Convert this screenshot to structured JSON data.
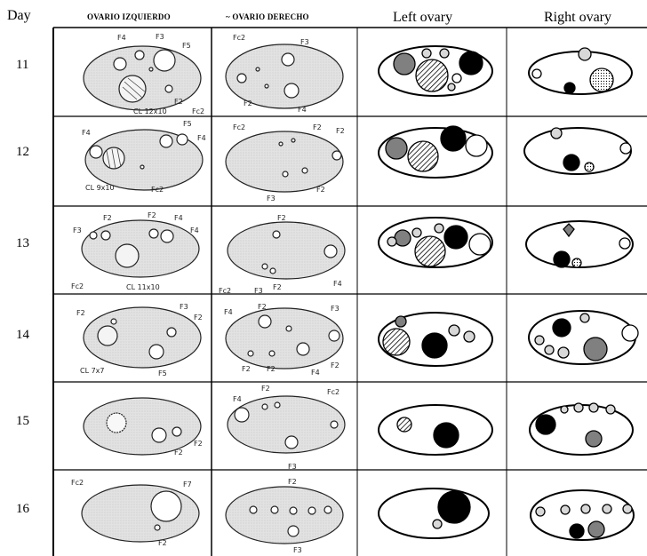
{
  "headers": {
    "day": "Day",
    "ovario_izquierdo": "OVARIO IZQUIERDO",
    "ovario_derecho": "~ OVARIO DERECHO",
    "left_ovary": "Left ovary",
    "right_ovary": "Right ovary"
  },
  "days": [
    {
      "label": "11",
      "sketch_left_notes": [
        "F4",
        "F3",
        "F5",
        "F2",
        "CL 12x10",
        "Fc2"
      ],
      "sketch_right_notes": [
        "Fc2",
        "F3",
        "F2",
        "F4"
      ]
    },
    {
      "label": "12",
      "sketch_left_notes": [
        "F4",
        "F5",
        "F4",
        "CL 9x10",
        "Fc2"
      ],
      "sketch_right_notes": [
        "Fc2",
        "F2",
        "F2",
        "F3",
        "F2"
      ]
    },
    {
      "label": "13",
      "sketch_left_notes": [
        "F3",
        "F2",
        "F2",
        "F4",
        "F4",
        "CL 11x10",
        "Fc2"
      ],
      "sketch_right_notes": [
        "F2",
        "Fc2",
        "F3",
        "F2",
        "F4"
      ]
    },
    {
      "label": "14",
      "sketch_left_notes": [
        "F2",
        "F3",
        "F2",
        "CL 7x7",
        "F5"
      ],
      "sketch_right_notes": [
        "F4",
        "F2",
        "F3",
        "F2",
        "F2",
        "F4",
        "F2"
      ]
    },
    {
      "label": "15",
      "sketch_left_notes": [
        "F2",
        "F2"
      ],
      "sketch_right_notes": [
        "F4",
        "F2",
        "Fc2",
        "F3"
      ]
    },
    {
      "label": "16",
      "sketch_left_notes": [
        "Fc2",
        "F7",
        "F2"
      ],
      "sketch_right_notes": [
        "F2",
        "F3"
      ]
    }
  ],
  "legend_fills": {
    "white": "#ffffff",
    "gray": "#808080",
    "black": "#000000",
    "hatched": "diagonal-hatch",
    "dotted": "dot-pattern"
  }
}
